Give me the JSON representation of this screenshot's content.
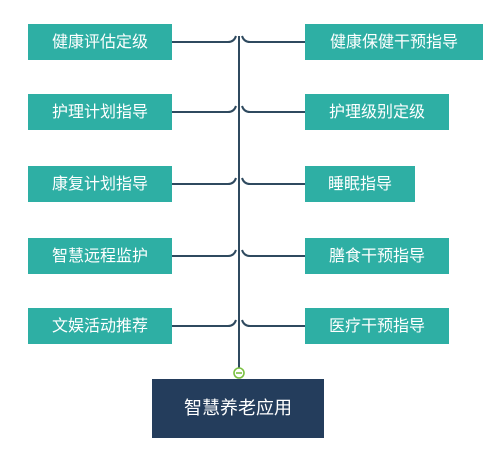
{
  "root": {
    "label": "智慧养老应用"
  },
  "left_items": [
    {
      "label": "健康评估定级"
    },
    {
      "label": "护理计划指导"
    },
    {
      "label": "康复计划指导"
    },
    {
      "label": "智慧远程监护"
    },
    {
      "label": "文娱活动推荐"
    }
  ],
  "right_items": [
    {
      "label": "健康保健干预指导"
    },
    {
      "label": "护理级别定级"
    },
    {
      "label": "睡眠指导"
    },
    {
      "label": "膳食干预指导"
    },
    {
      "label": "医疗干预指导"
    }
  ],
  "colors": {
    "node_fill": "#2eafa4",
    "root_fill": "#243d5c",
    "connector": "#2f4a5f",
    "collapse_marker": "#7bc142"
  }
}
